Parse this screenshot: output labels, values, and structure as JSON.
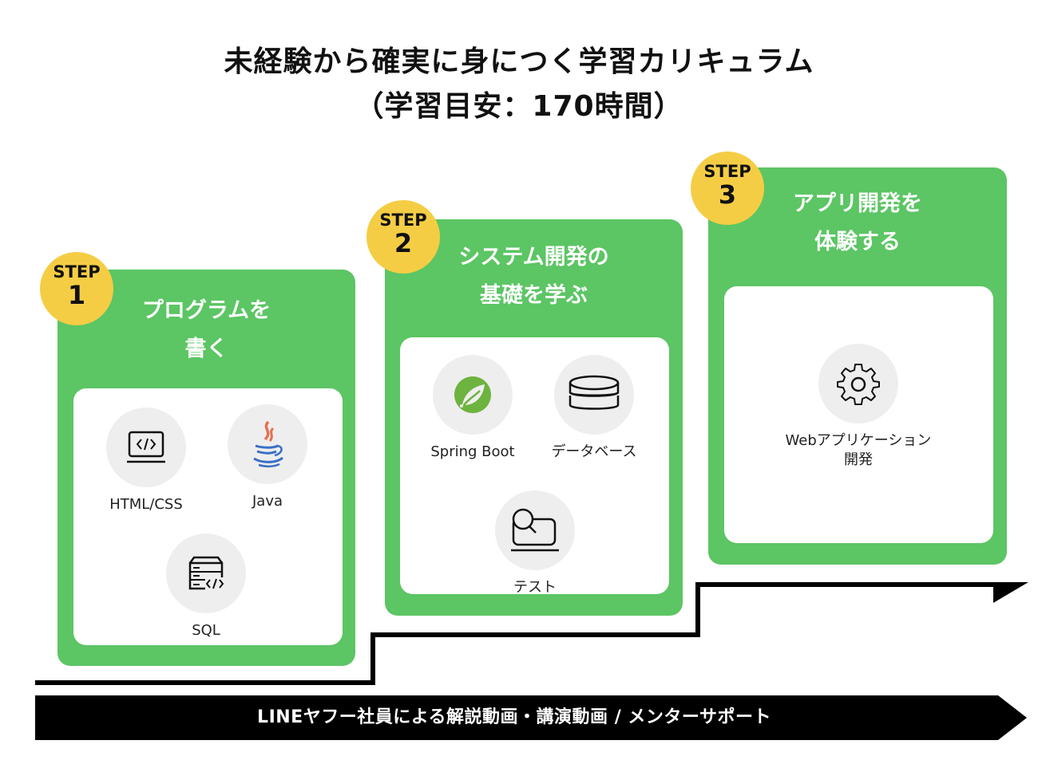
{
  "title": {
    "line1": "未経験から確実に身につく学習カリキュラム",
    "line2": "（学習目安：170時間）"
  },
  "colors": {
    "card_green": "#5cc564",
    "badge_yellow": "#f5cd45",
    "icon_circle": "#eeeeee",
    "line_black": "#000000"
  },
  "steps": [
    {
      "step_label": "STEP",
      "number": "1",
      "title_line1": "プログラムを",
      "title_line2": "書く",
      "items": [
        {
          "label": "HTML/CSS",
          "icon": "laptop-code-icon"
        },
        {
          "label": "Java",
          "icon": "java-logo-icon"
        },
        {
          "label": "SQL",
          "icon": "database-server-code-icon"
        }
      ]
    },
    {
      "step_label": "STEP",
      "number": "2",
      "title_line1": "システム開発の",
      "title_line2": "基礎を学ぶ",
      "items": [
        {
          "label": "Spring Boot",
          "icon": "spring-leaf-icon"
        },
        {
          "label": "データベース",
          "icon": "database-icon"
        },
        {
          "label": "テスト",
          "icon": "magnifier-screen-icon"
        }
      ]
    },
    {
      "step_label": "STEP",
      "number": "3",
      "title_line1": "アプリ開発を",
      "title_line2": "体験する",
      "items": [
        {
          "label_line1": "Webアプリケーション",
          "label_line2": "開発",
          "icon": "gear-icon"
        }
      ]
    }
  ],
  "banner": {
    "text": "LINEヤフー社員による解説動画・講演動画 / メンターサポート"
  }
}
